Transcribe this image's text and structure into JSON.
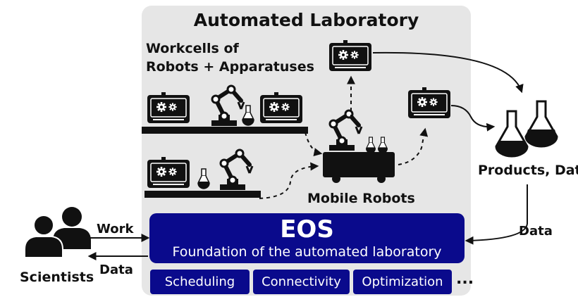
{
  "lab": {
    "title": "Automated Laboratory"
  },
  "workcells": {
    "line1": "Workcells of",
    "line2": "Robots + Apparatuses"
  },
  "mobile": {
    "label": "Mobile Robots"
  },
  "products": {
    "label": "Products, Data"
  },
  "flows": {
    "data_to_eos": "Data",
    "work": "Work",
    "data_to_scientists": "Data"
  },
  "scientists": {
    "label": "Scientists"
  },
  "eos": {
    "title": "EOS",
    "subtitle": "Foundation of the automated laboratory",
    "modules": [
      "Scheduling",
      "Connectivity",
      "Optimization"
    ],
    "more": "..."
  },
  "colors": {
    "eos_blue": "#0a0a8c",
    "panel_gray": "#e6e6e6",
    "ink": "#111111"
  },
  "icons": [
    "apparatus-icon",
    "robot-arm-icon",
    "flask-icon",
    "mobile-robot-icon",
    "scientist-icon"
  ]
}
